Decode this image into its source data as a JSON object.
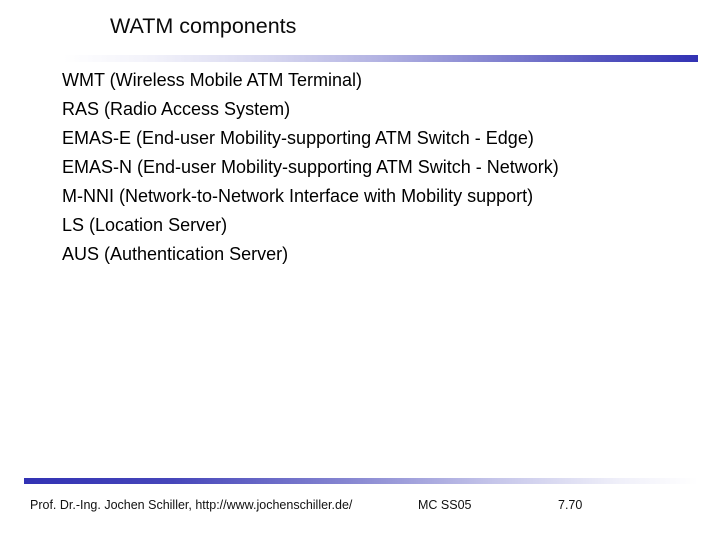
{
  "slide": {
    "title": "WATM components",
    "items": [
      "WMT (Wireless Mobile ATM Terminal)",
      "RAS (Radio Access System)",
      "EMAS-E (End-user Mobility-supporting ATM Switch - Edge)",
      "EMAS-N (End-user Mobility-supporting ATM Switch - Network)",
      "M-NNI (Network-to-Network Interface with Mobility support)",
      "LS (Location Server)",
      "AUS (Authentication Server)"
    ]
  },
  "footer": {
    "author": "Prof. Dr.-Ing. Jochen Schiller, http://www.jochenschiller.de/",
    "course": "MC SS05",
    "page": "7.70"
  },
  "colors": {
    "accent_blue": "#3232b4",
    "text": "#000000",
    "background": "#ffffff"
  }
}
